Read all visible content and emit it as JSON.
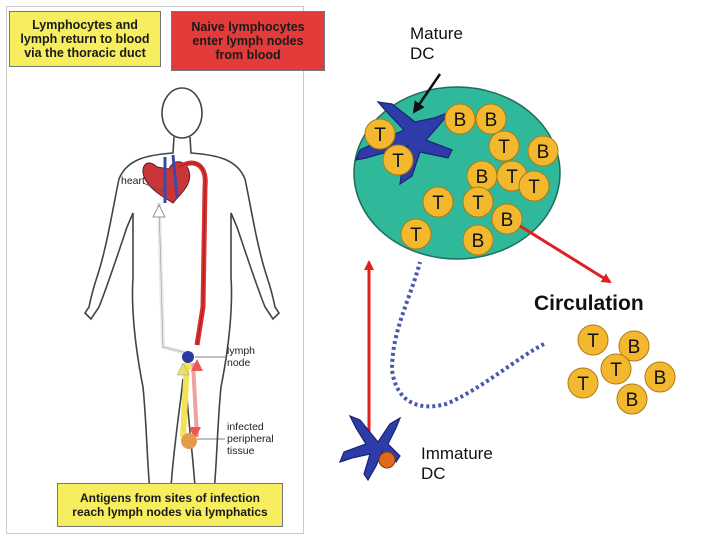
{
  "left_panel": {
    "top_left_box": [
      "Lymphocytes and",
      "lymph return to blood",
      "via the thoracic duct"
    ],
    "top_right_box": [
      "Naive lymphocytes",
      "enter lymph nodes",
      "from blood"
    ],
    "bottom_box": [
      "Antigens from sites of infection",
      "reach lymph nodes via lymphatics"
    ],
    "heart_label": "heart",
    "lymph_node_label": [
      "lymph",
      "node"
    ],
    "infected_label": [
      "infected",
      "peripheral",
      "tissue"
    ]
  },
  "mature_dc_label": [
    "Mature",
    "DC"
  ],
  "immature_dc_label": [
    "Immature",
    "DC"
  ],
  "circulation_label": "Circulation",
  "node_cells": [
    "T",
    "T",
    "B",
    "B",
    "T",
    "B",
    "B",
    "T",
    "T",
    "T",
    "T",
    "T",
    "B",
    "B"
  ],
  "circulation_cells": [
    "T",
    "B",
    "T",
    "T",
    "B",
    "B"
  ],
  "colors": {
    "node_fill": "#2fb89a",
    "cell_fill": "#f2b830",
    "dc_fill": "#2d3ca8",
    "red_arrow": "#e01f1f",
    "dotted_path": "#4a58b0",
    "immature_blob": "#e06a1c"
  }
}
